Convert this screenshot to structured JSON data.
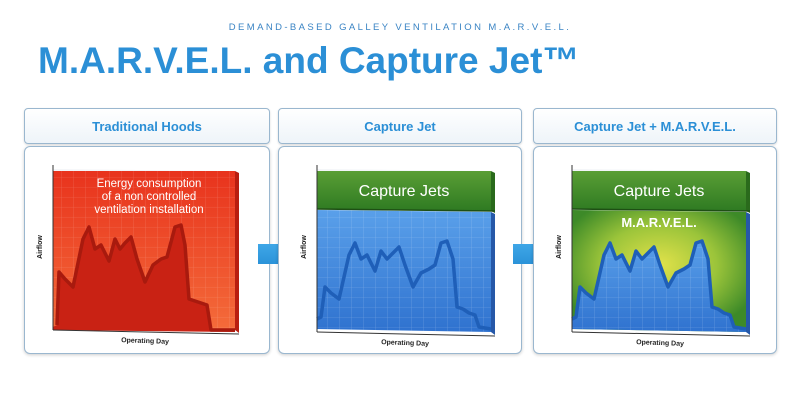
{
  "header": {
    "subtitle": "DEMAND-BASED GALLEY VENTILATION M.A.R.V.E.L.",
    "title": "M.A.R.V.E.L. and Capture Jet™"
  },
  "panels": [
    {
      "label": "Traditional Hoods",
      "fill_label_line1": "Energy consumption",
      "fill_label_line2": "of a non controlled",
      "fill_label_line3": "ventilation installation",
      "y_axis": "Airflow",
      "x_axis": "Operating Day"
    },
    {
      "label": "Capture Jet",
      "band_label": "Capture Jets",
      "y_axis": "Airflow",
      "x_axis": "Operating Day"
    },
    {
      "label": "Capture Jet + M.A.R.V.E.L.",
      "band_label": "Capture Jets",
      "marvel_label": "M.A.R.V.E.L.",
      "y_axis": "Airflow",
      "x_axis": "Operating Day"
    }
  ],
  "colors": {
    "title": "#2b8fd6",
    "red_fill": "#f0452a",
    "green_band": "#3f8c2a",
    "blue_profile": "#3f86dc",
    "arrow": "#2d9be3"
  },
  "icons": [
    "right-arrow-icon",
    "right-arrow-icon"
  ]
}
